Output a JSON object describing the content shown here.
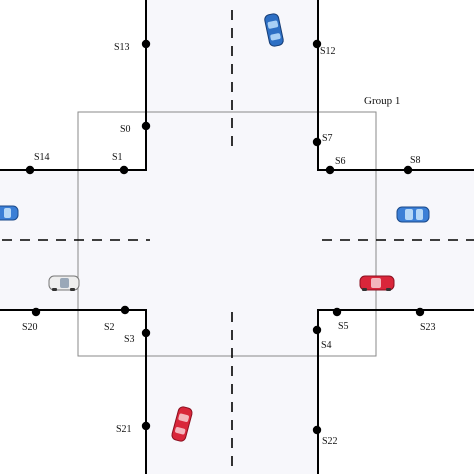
{
  "group_label": "Group 1",
  "sensors": {
    "s0": "S0",
    "s1": "S1",
    "s2": "S2",
    "s3": "S3",
    "s4": "S4",
    "s5": "S5",
    "s6": "S6",
    "s7": "S7",
    "s8": "S8",
    "s12": "S12",
    "s13": "S13",
    "s14": "S14",
    "s20": "S20",
    "s21": "S21",
    "s22": "S22",
    "s23": "S23"
  },
  "vehicles": [
    {
      "id": "car-north",
      "color": "#2d6fc4",
      "heading": "south"
    },
    {
      "id": "car-east",
      "color": "#3b7fd6",
      "heading": "west"
    },
    {
      "id": "car-west-upper",
      "color": "#3b7fd6",
      "heading": "east"
    },
    {
      "id": "car-west-lower",
      "color": "#e8e8e8",
      "heading": "east"
    },
    {
      "id": "car-east-lower",
      "color": "#d9263a",
      "heading": "west"
    },
    {
      "id": "car-south",
      "color": "#d9263a",
      "heading": "north"
    }
  ],
  "colors": {
    "road": "#f7f7fb",
    "curb": "#000000",
    "group_box": "#8a8a8a"
  }
}
